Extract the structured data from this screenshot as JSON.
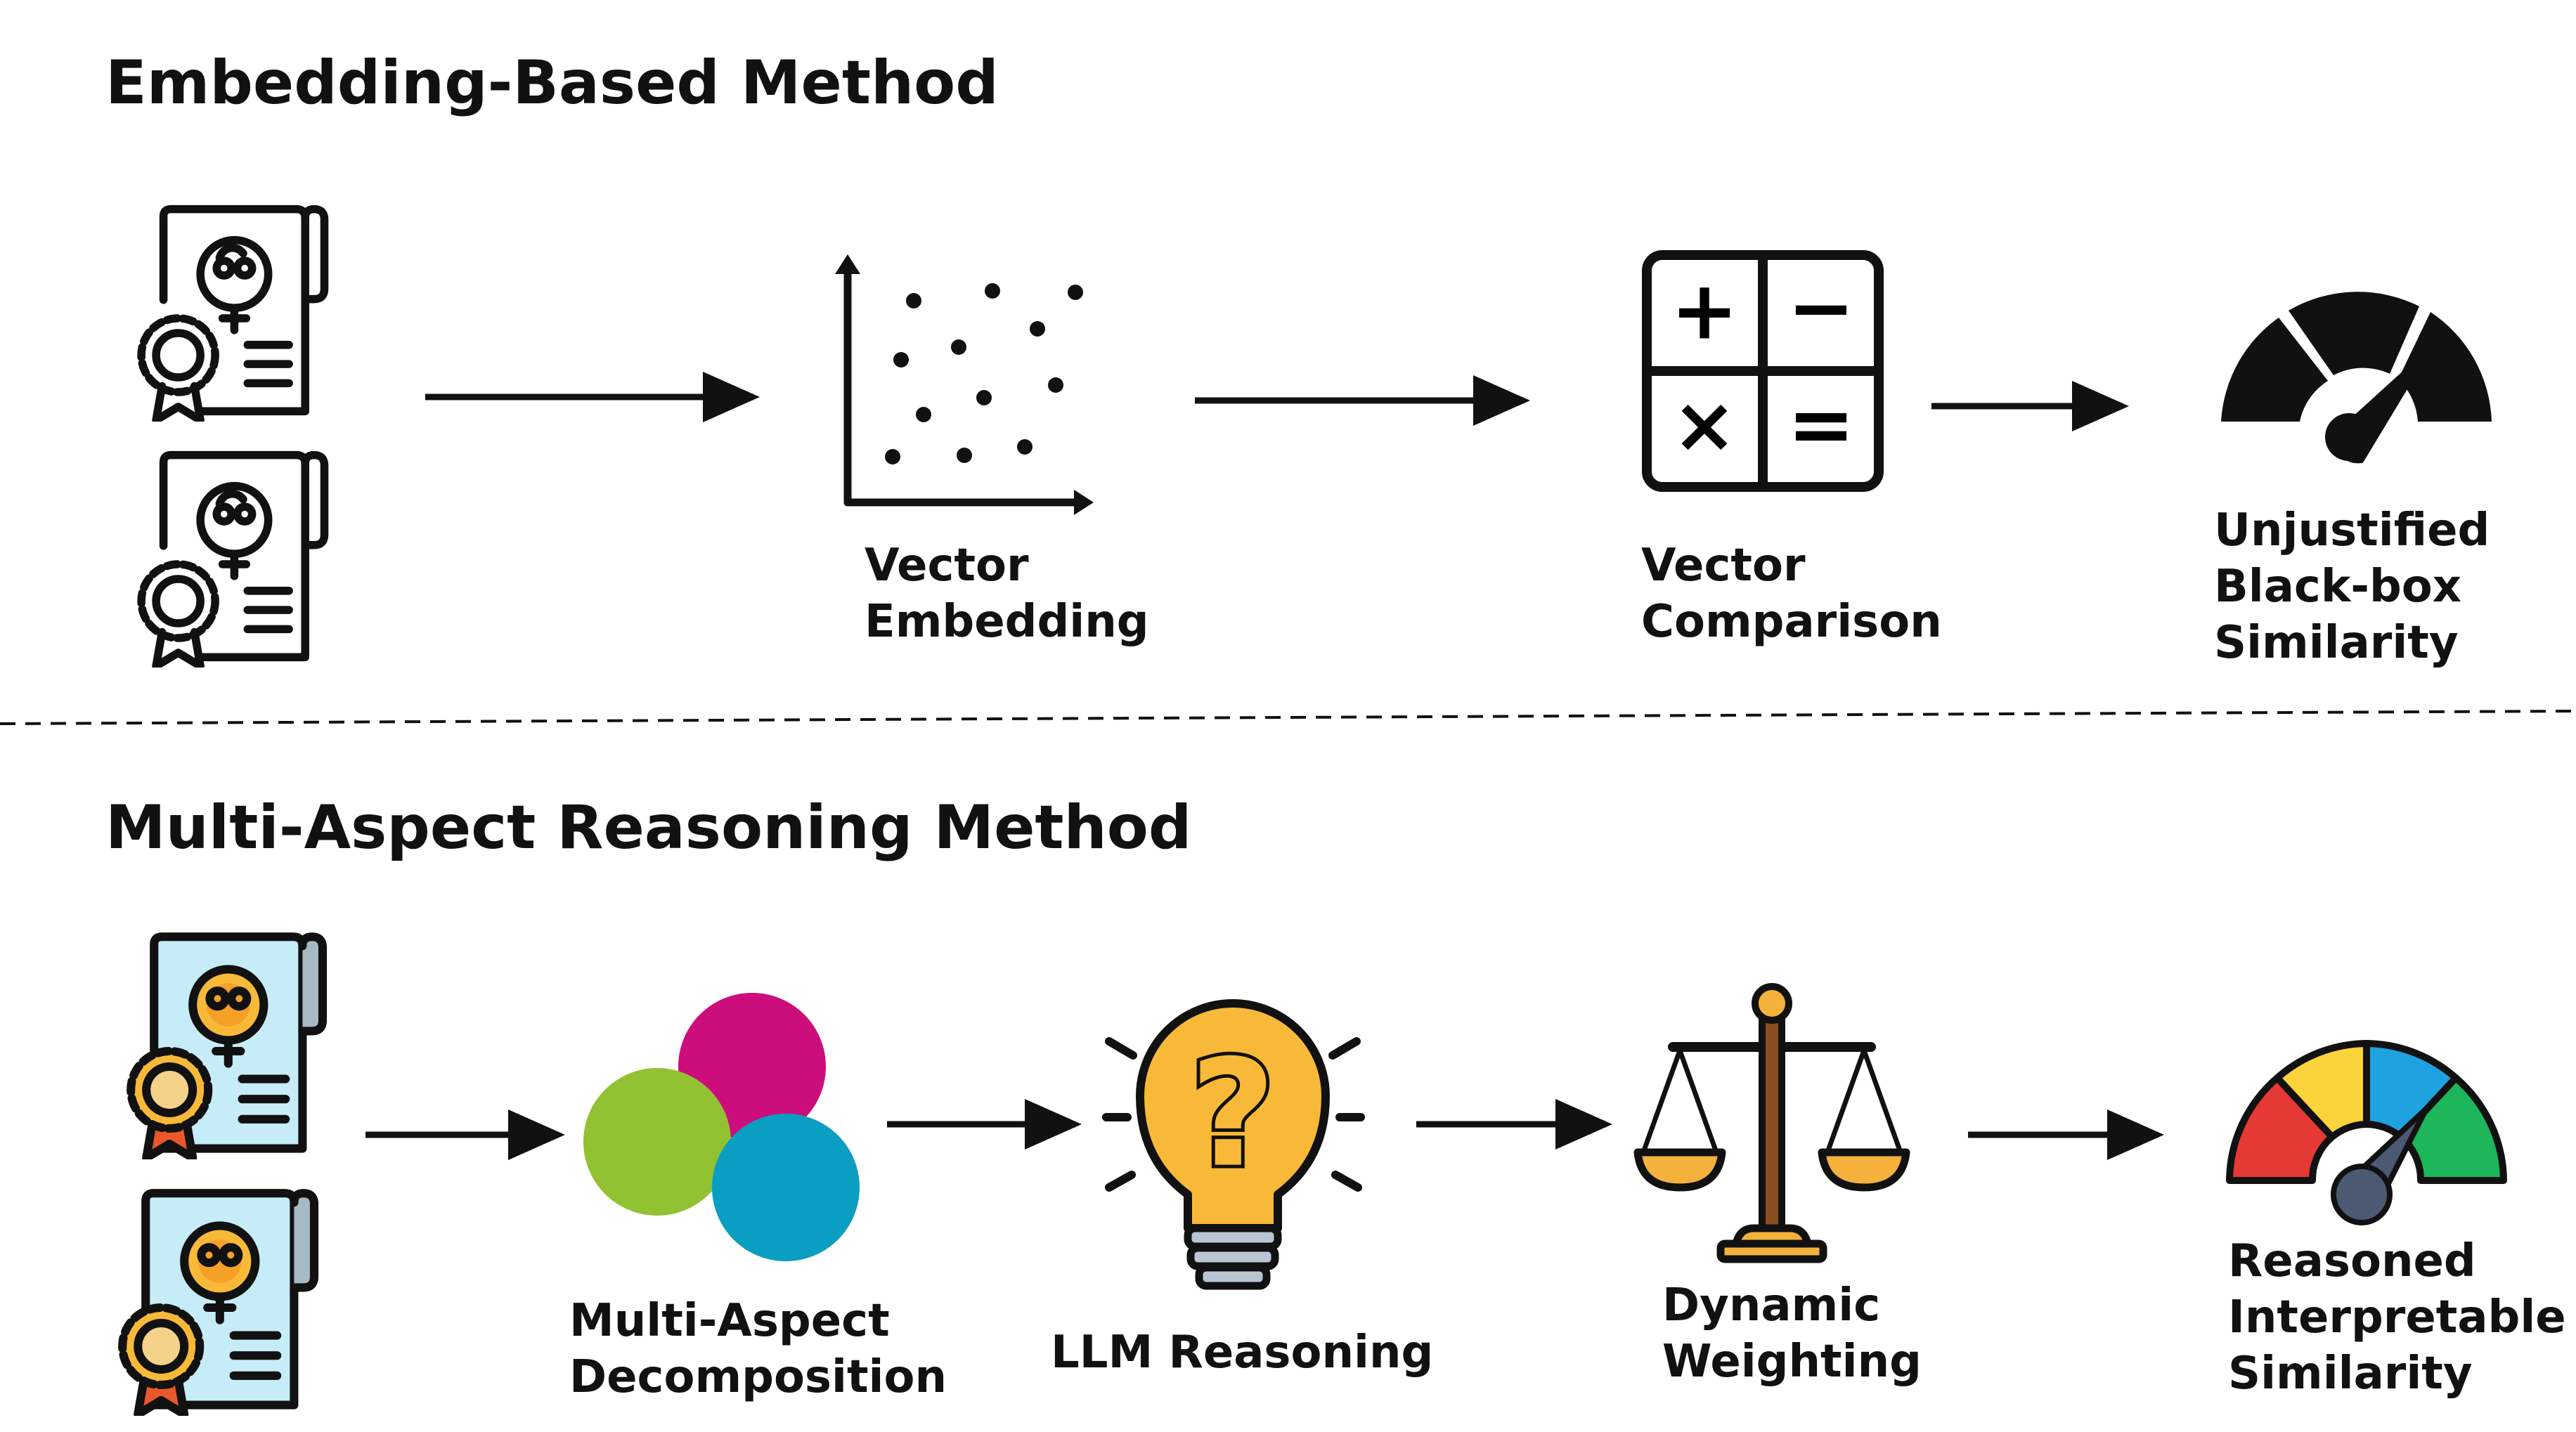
{
  "sections": {
    "embedding": {
      "title": "Embedding-Based Method",
      "steps": [
        {
          "lines": [
            "Vector",
            "Embedding"
          ]
        },
        {
          "lines": [
            "Vector",
            "Comparison"
          ]
        },
        {
          "lines": [
            "Unjustified",
            "Black-box",
            "Similarity"
          ]
        }
      ]
    },
    "reasoning": {
      "title": "Multi-Aspect Reasoning Method",
      "steps": [
        {
          "lines": [
            "Multi-Aspect",
            "Decomposition"
          ]
        },
        {
          "lines": [
            "LLM Reasoning"
          ]
        },
        {
          "lines": [
            "Dynamic",
            "Weighting"
          ]
        },
        {
          "lines": [
            "Reasoned",
            "Interpretable",
            "Similarity"
          ]
        }
      ]
    }
  },
  "icons": {
    "calculator_symbols": [
      "+",
      "−",
      "×",
      "="
    ],
    "question_mark": "?"
  },
  "colors": {
    "venn": [
      "#cc0e7d",
      "#92c231",
      "#0a9ec2"
    ],
    "gauge_reasoned": [
      "#e53935",
      "#fbd33b",
      "#1fa2e0",
      "#1db65a"
    ],
    "gauge_needle_reasoned": "#4b5a72",
    "doc_fill_blue": "#c6ecf7",
    "bulb_fill": "#f9b938",
    "scale_fill": "#f4b13c",
    "scale_pole": "#8a4d1f"
  }
}
